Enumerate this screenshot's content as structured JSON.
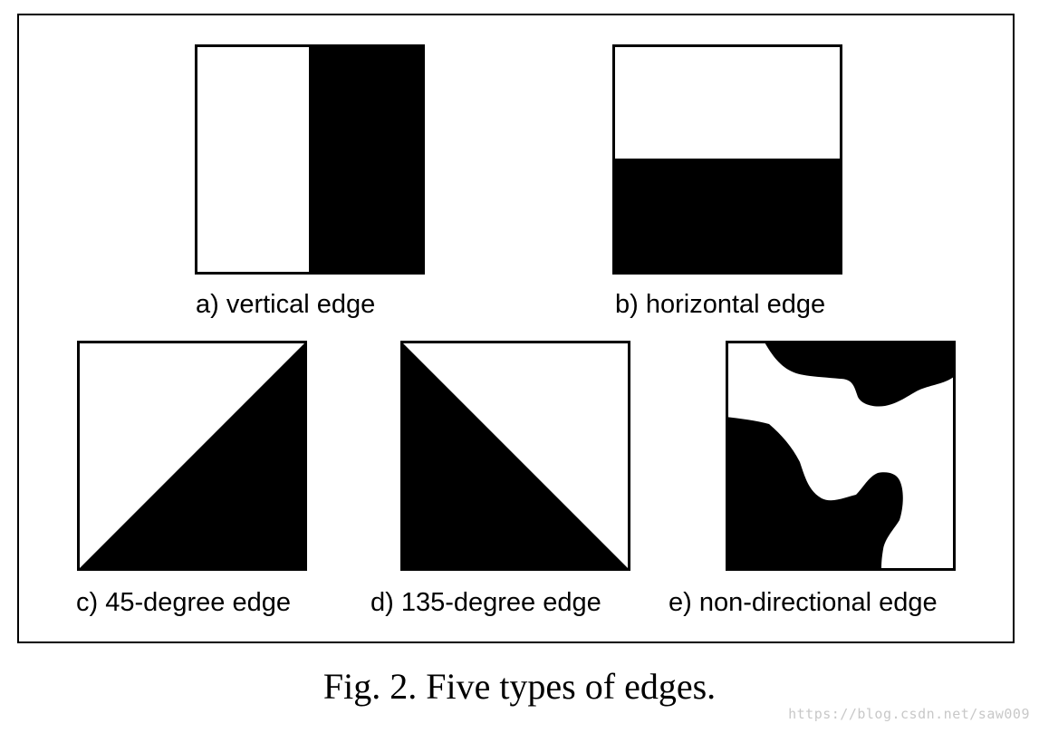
{
  "panels": [
    {
      "id": "a",
      "label": "a) vertical edge"
    },
    {
      "id": "b",
      "label": "b) horizontal edge"
    },
    {
      "id": "c",
      "label": "c) 45-degree edge"
    },
    {
      "id": "d",
      "label": "d) 135-degree edge"
    },
    {
      "id": "e",
      "label": "e) non-directional edge"
    }
  ],
  "caption": "Fig. 2. Five types of edges.",
  "watermark": "https://blog.csdn.net/saw009",
  "colors": {
    "dark": "#000000",
    "light": "#ffffff"
  }
}
